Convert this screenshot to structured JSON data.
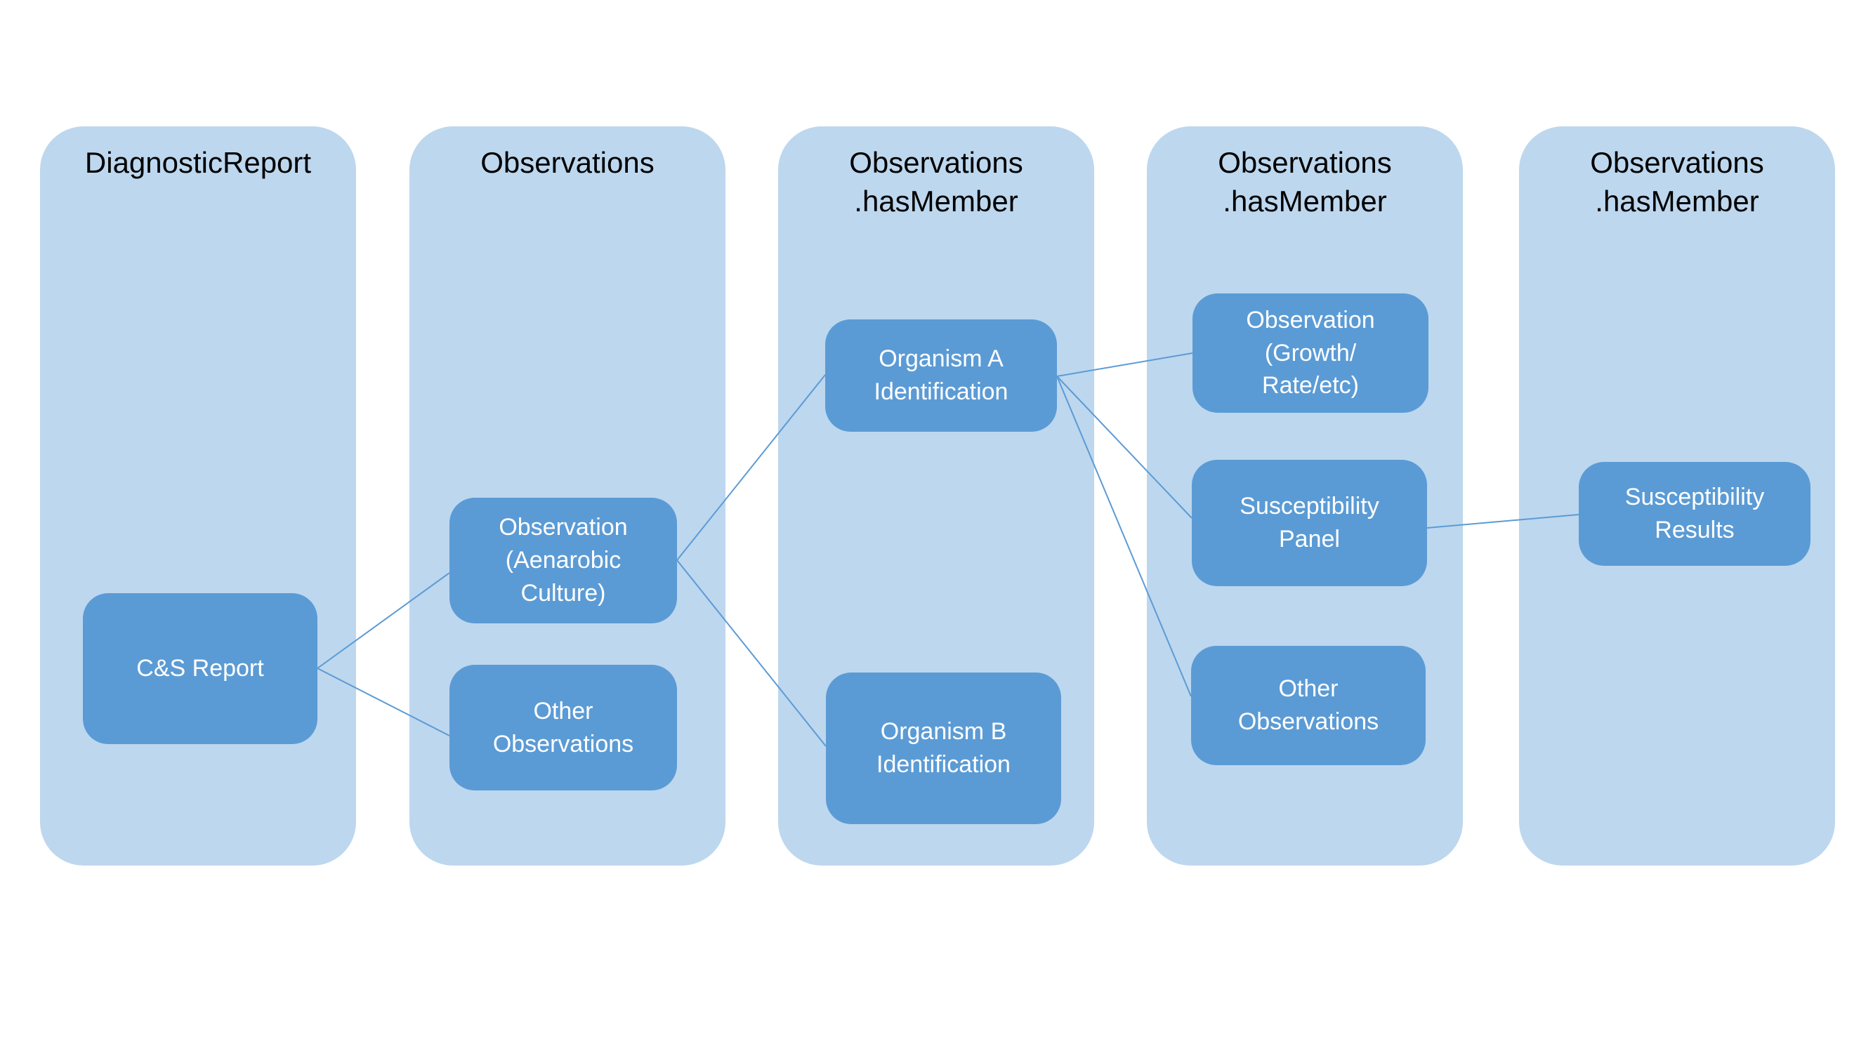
{
  "colors": {
    "column_bg": "#BDD7EE",
    "box_bg": "#5B9BD5",
    "connector": "#5B9BD5",
    "header_text": "#000000",
    "box_text": "#FFFFFF",
    "page_bg": "#FFFFFF"
  },
  "diagram": {
    "columns": [
      {
        "header": "DiagnosticReport",
        "boxes": [
          {
            "label": "C&S Report"
          }
        ]
      },
      {
        "header": "Observations",
        "boxes": [
          {
            "label": "Observation\n(Aenarobic\nCulture)"
          },
          {
            "label": "Other\nObservations"
          }
        ]
      },
      {
        "header": "Observations\n.hasMember",
        "boxes": [
          {
            "label": "Organism A\nIdentification"
          },
          {
            "label": "Organism B\nIdentification"
          }
        ]
      },
      {
        "header": "Observations\n.hasMember",
        "boxes": [
          {
            "label": "Observation\n(Growth/\nRate/etc)"
          },
          {
            "label": "Susceptibility\nPanel"
          },
          {
            "label": "Other\nObservations"
          }
        ]
      },
      {
        "header": "Observations\n.hasMember",
        "boxes": [
          {
            "label": "Susceptibility\nResults"
          }
        ]
      }
    ],
    "connections": [
      {
        "from": "C&S Report",
        "to": "Observation (Aenarobic Culture)"
      },
      {
        "from": "C&S Report",
        "to": "Other Observations (Observations)"
      },
      {
        "from": "Observation (Aenarobic Culture)",
        "to": "Organism A Identification"
      },
      {
        "from": "Observation (Aenarobic Culture)",
        "to": "Organism B Identification"
      },
      {
        "from": "Organism A Identification",
        "to": "Observation (Growth/Rate/etc)"
      },
      {
        "from": "Organism A Identification",
        "to": "Susceptibility Panel"
      },
      {
        "from": "Organism A Identification",
        "to": "Other Observations (hasMember)"
      },
      {
        "from": "Susceptibility Panel",
        "to": "Susceptibility Results"
      }
    ]
  }
}
